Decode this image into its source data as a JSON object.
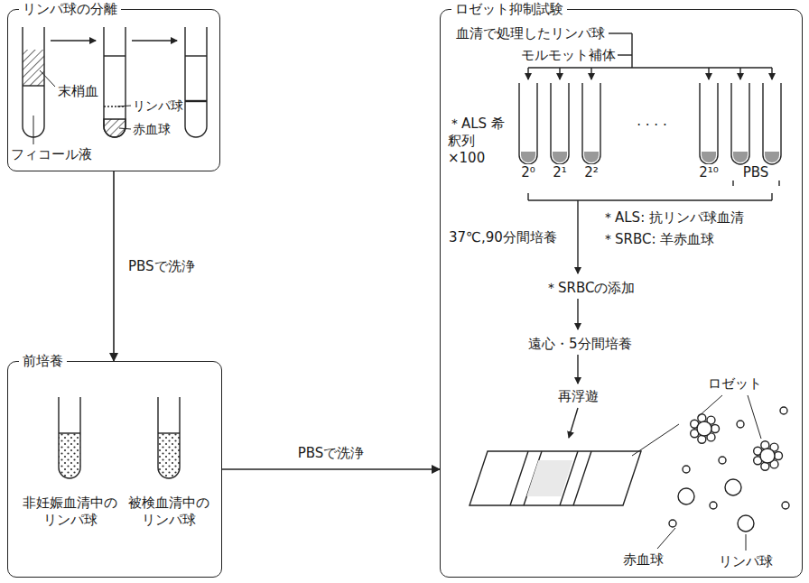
{
  "diagram": {
    "nodes": [
      {
        "text": [
          "リンパ球の分離"
        ]
      },
      {
        "text": [
          "前培養"
        ]
      },
      {
        "text": [
          "ロゼット抑制試験"
        ]
      }
    ],
    "edges": [
      {
        "from": 0,
        "to": 1,
        "label": "PBSで洗浄",
        "arrow": "to"
      },
      {
        "from": 1,
        "to": 2,
        "label": "PBSで洗浄",
        "arrow": "to"
      }
    ],
    "labels": [
      "末梢血",
      "フィコール液",
      "リンパ球",
      "赤血球",
      "非妊娠血清中のリンパ球",
      "被検血清中のリンパ球",
      "血清で処理したリンパ球",
      "モルモット補体",
      "＊ALS 希釈列 ×100",
      "2⁰",
      "2¹",
      "2²",
      "· · · ·",
      "2¹⁰",
      "PBS",
      "＊ALS: 抗リンパ球血清",
      "＊SRBC: 羊赤血球",
      "37℃,90分間培養",
      "＊SRBCの添加",
      "遠心・5分間培養",
      "再浮遊",
      "ロゼット",
      "赤血球",
      "リンパ球"
    ]
  }
}
